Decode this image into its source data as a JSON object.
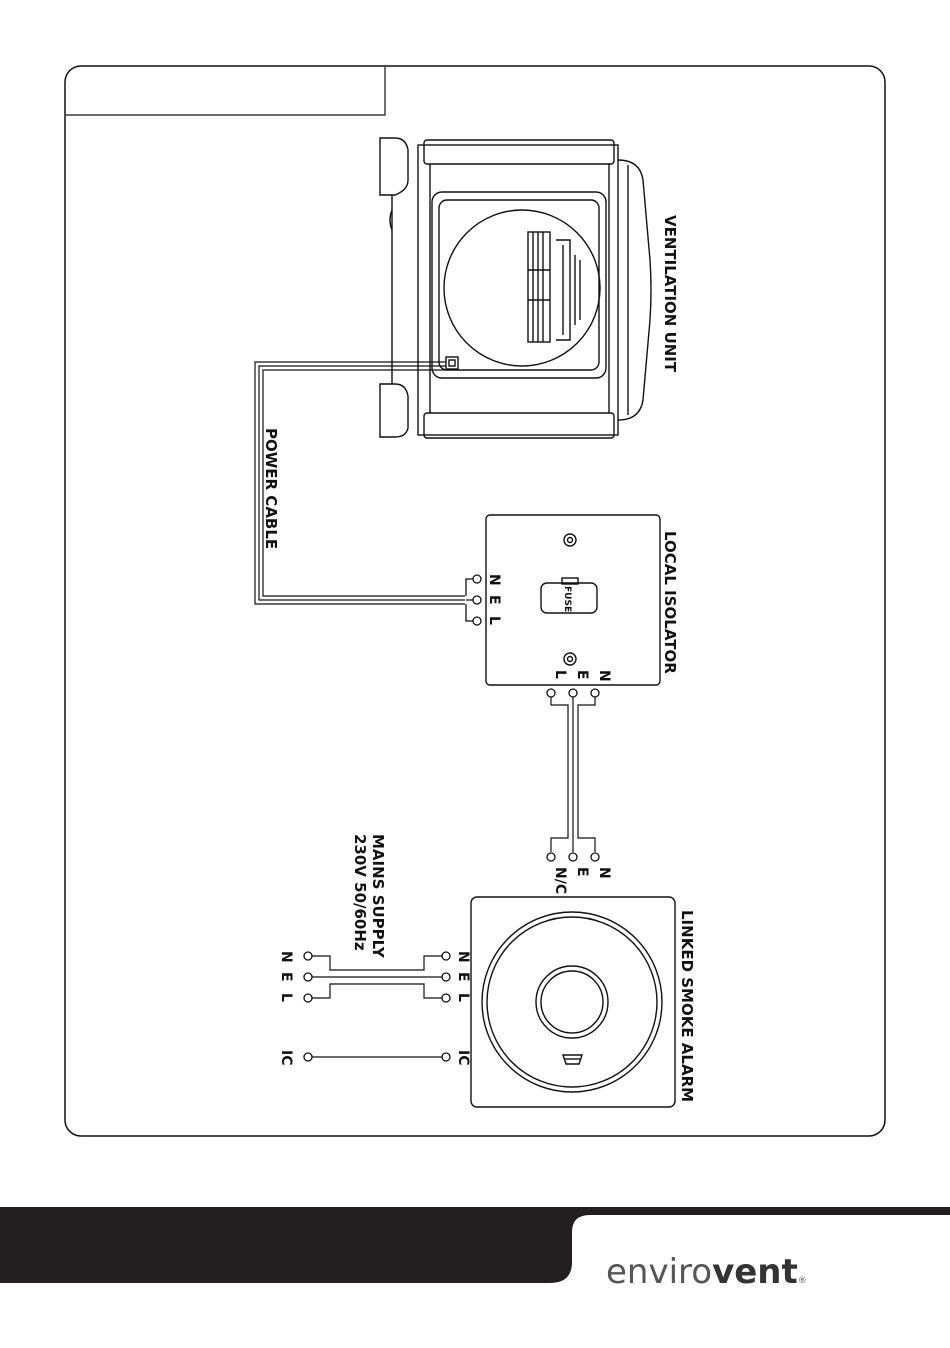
{
  "labels": {
    "ventilation_unit": "VENTILATION UNIT",
    "power_cable": "POWER CABLE",
    "local_isolator": "LOCAL ISOLATOR",
    "smoke_alarm": "LINKED SMOKE ALARM",
    "mains_line1": "MAINS SUPPLY",
    "mains_line2": "230V 50/60Hz",
    "fuse": "FUSE"
  },
  "terminals": {
    "n": "N",
    "e": "E",
    "l": "L",
    "nc": "N/C",
    "ic": "IC"
  },
  "brand": {
    "part1": "enviro",
    "part2": "vent",
    "mark": "®"
  },
  "colors": {
    "footer_bar": "#231f20",
    "line": "#111111",
    "logo_light": "#555555",
    "logo_dark": "#333333"
  }
}
